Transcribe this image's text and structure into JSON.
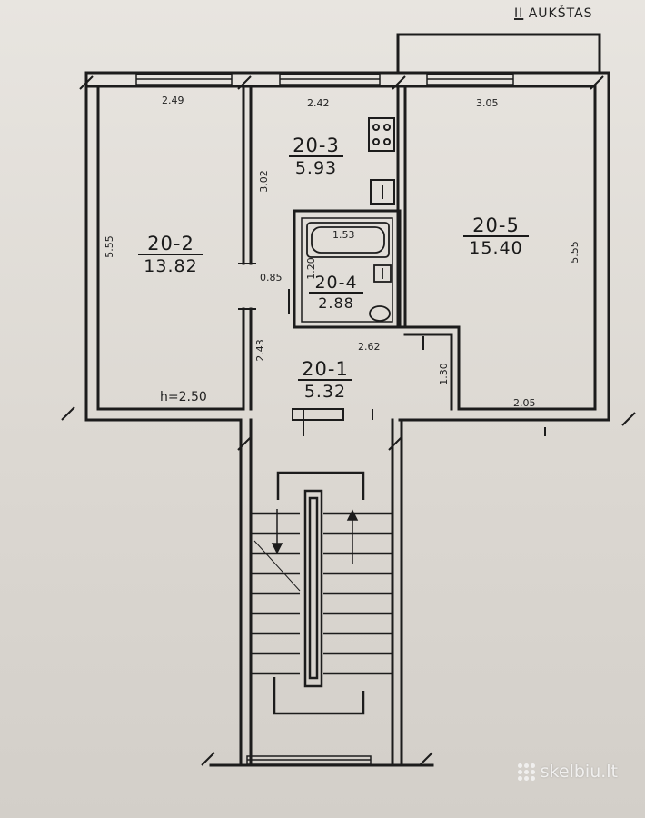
{
  "floor_label": {
    "roman": "II",
    "word": "AUKŠTAS"
  },
  "rooms": [
    {
      "id": "20-2",
      "area": "13.82"
    },
    {
      "id": "20-3",
      "area": "5.93"
    },
    {
      "id": "20-4",
      "area": "2.88"
    },
    {
      "id": "20-5",
      "area": "15.40"
    },
    {
      "id": "20-1",
      "area": "5.32"
    }
  ],
  "dimensions": {
    "room2_width": "2.49",
    "room3_width": "2.42",
    "room5_width": "3.05",
    "room2_length": "5.55",
    "room5_length": "5.55",
    "room3_length": "3.02",
    "bath_width": "1.53",
    "bath_length": "1.20",
    "bath_door": "0.85",
    "hall_width": "2.62",
    "hall_length": "2.43",
    "hall_alcove": "1.30",
    "room5_bottom": "2.05",
    "ceiling_height": "h=2.50"
  },
  "watermark": {
    "text": "skelbiu.lt"
  }
}
